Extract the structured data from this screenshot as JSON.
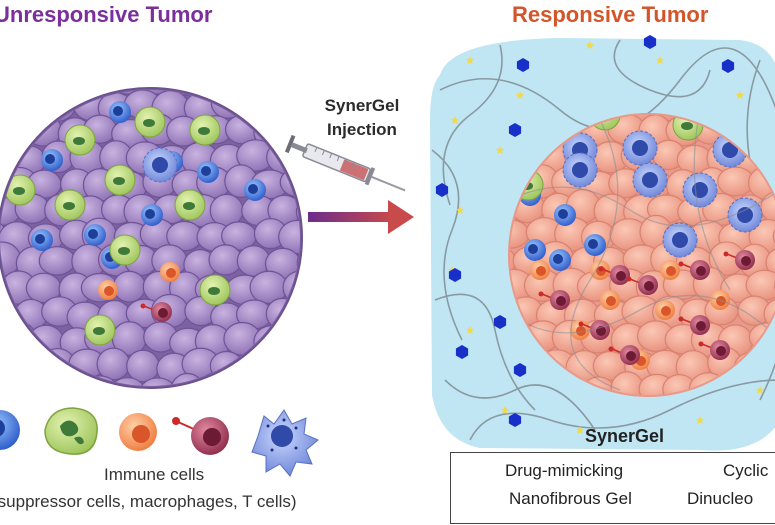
{
  "titles": {
    "left": "Unresponsive Tumor",
    "right": "Responsive Tumor"
  },
  "injection": {
    "line1": "SynerGel",
    "line2": "Injection"
  },
  "immune": {
    "line1": "Immune cells",
    "line2": "(suppressor cells, macrophages, T cells)"
  },
  "synergel_label": "SynerGel",
  "legend": {
    "gel_line1": "Drug-mimicking",
    "gel_line2": "Nanofibrous Gel",
    "dinuc_line1": "Cyclic",
    "dinuc_line2": "Dinucleo"
  },
  "colors": {
    "left_title": "#7a2f9c",
    "right_title": "#d4552a",
    "tumor_purple": "#a58bc4",
    "tumor_pink": "#f0a090",
    "gel_blue": "#bfe6f2",
    "hexagon": "#1830c8"
  }
}
